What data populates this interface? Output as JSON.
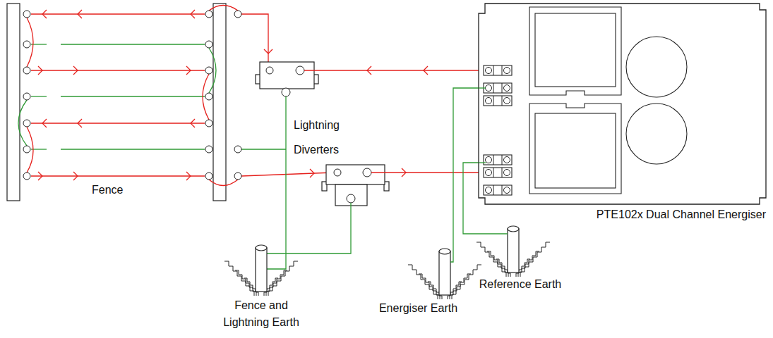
{
  "diagram": {
    "nodes": [
      {
        "text": [
          "PTE102x Dual Channel Energiser"
        ]
      },
      {
        "text": [
          "Fence and Lightning Earth"
        ]
      },
      {
        "text": [
          "Energiser Earth"
        ]
      },
      {
        "text": [
          "Reference Earth"
        ]
      }
    ],
    "edges": [
      {
        "from": 2,
        "to": 0,
        "arrow": "none"
      },
      {
        "from": 3,
        "to": 0,
        "arrow": "none"
      }
    ],
    "labels": [
      "Fence",
      "Lightning Diverters"
    ]
  }
}
